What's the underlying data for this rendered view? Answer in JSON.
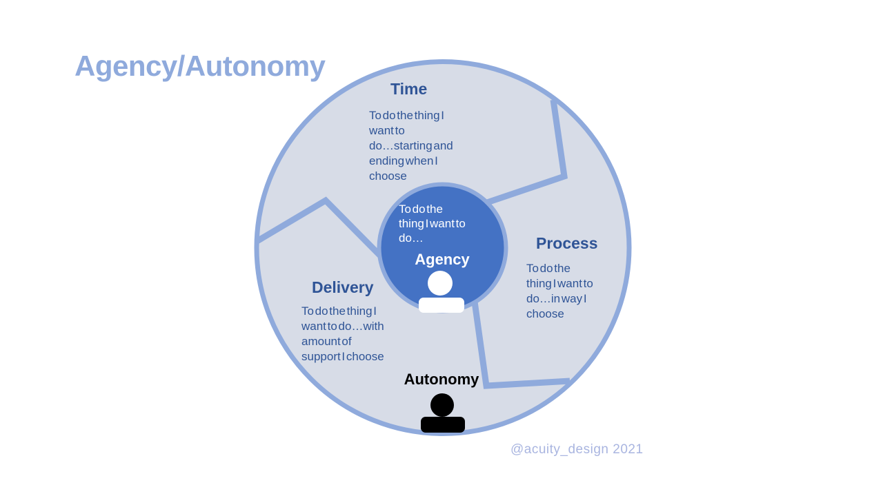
{
  "slide": {
    "title": "Agency/Autonomy",
    "attribution": "@acuity_design 2021"
  },
  "colors": {
    "accent": "#8faadc",
    "circle_fill": "#d7dce7",
    "center_fill": "#4472c4",
    "title_text": "#8faadc",
    "heading_text": "#2f5496",
    "body_text": "#2f5496",
    "attribution_text": "#a9b5e0"
  },
  "sections": [
    {
      "heading": "Time",
      "lines": [
        "To do the thing I",
        "want to",
        "do…starting and",
        "ending when I",
        "choose"
      ]
    },
    {
      "heading": "Process",
      "lines": [
        "To do the",
        "thing I want to",
        "do…in way I",
        "choose"
      ]
    },
    {
      "heading": "Delivery",
      "lines": [
        "To do the thing I",
        "want to do…with",
        "amount of",
        "support I choose"
      ]
    }
  ],
  "center": {
    "lines": [
      "To do the",
      "thing I want to",
      "do…"
    ],
    "label": "Agency"
  },
  "autonomy": {
    "label": "Autonomy"
  },
  "icons": {
    "agency": "person-icon-white",
    "autonomy": "person-icon-black"
  }
}
